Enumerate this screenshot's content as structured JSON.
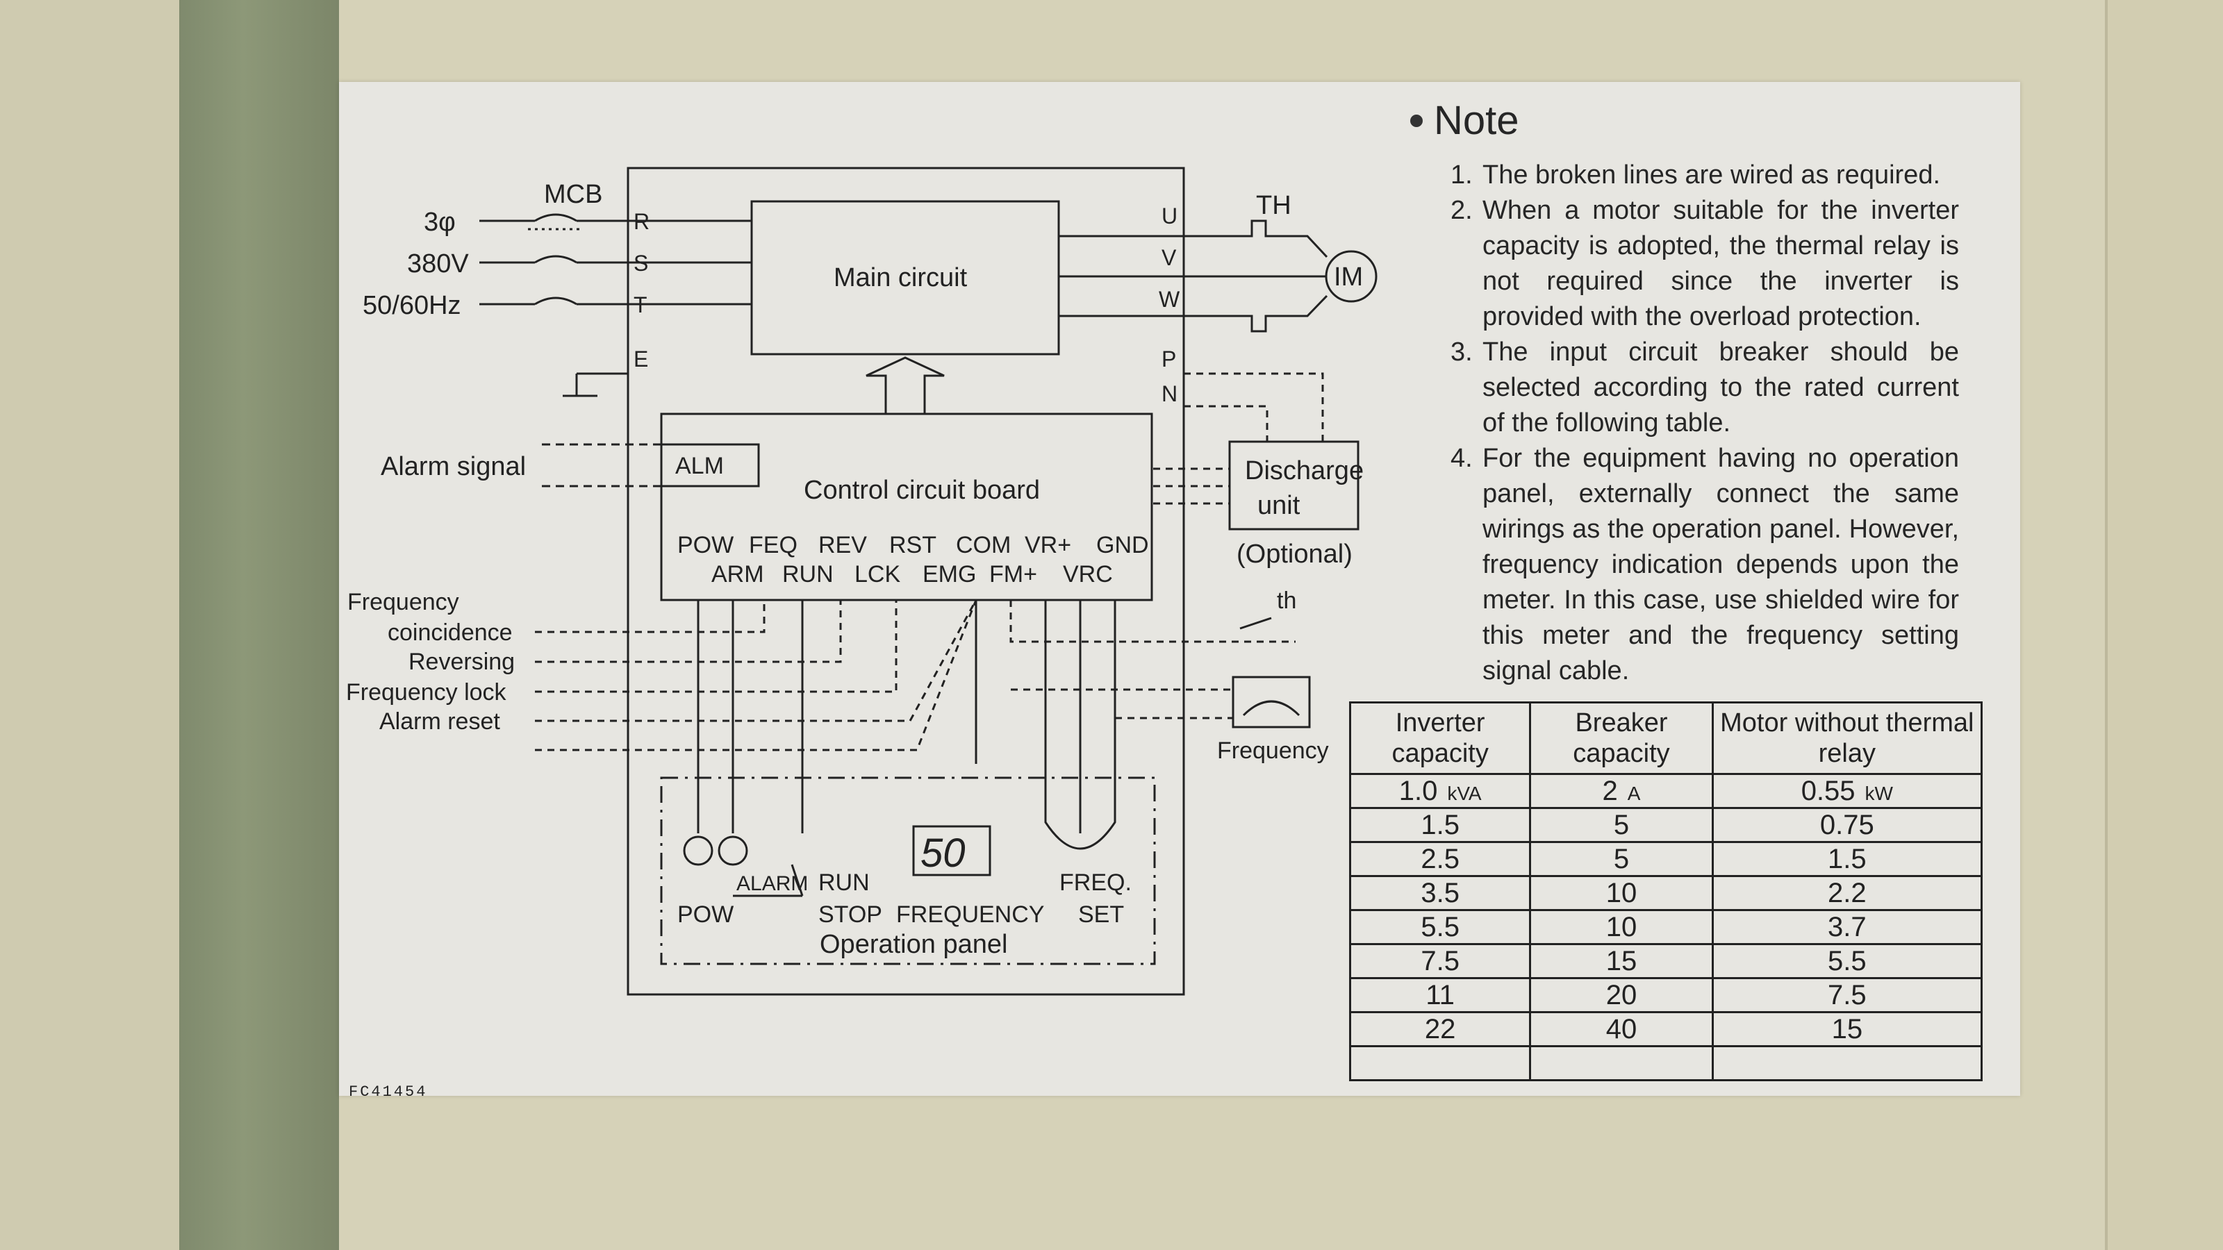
{
  "diagram": {
    "power": {
      "breaker": "MCB",
      "phase": "3φ",
      "voltage": "380V",
      "frequency": "50/60Hz"
    },
    "terminals_in": [
      "R",
      "S",
      "T",
      "E"
    ],
    "terminals_out": [
      "U",
      "V",
      "W",
      "P",
      "N"
    ],
    "main_circuit": "Main circuit",
    "thermal": "TH",
    "motor": "IM",
    "control_board": "Control circuit board",
    "alm": "ALM",
    "alarm_signal": "Alarm signal",
    "discharge_line1": "Discharge",
    "discharge_line2": "unit",
    "optional": "(Optional)",
    "terminals_top": [
      "POW",
      "FEQ",
      "REV",
      "RST",
      "COM",
      "VR+",
      "GND"
    ],
    "terminals_bottom": [
      "ARM",
      "RUN",
      "LCK",
      "EMG",
      "FM+",
      "VRC"
    ],
    "inputs": {
      "freq_coincidence_1": "Frequency",
      "freq_coincidence_2": "coincidence",
      "reversing": "Reversing",
      "freq_lock": "Frequency lock",
      "alarm_reset": "Alarm reset"
    },
    "th_small": "th",
    "freq_meter": "Frequency",
    "operation_panel": {
      "display": "50",
      "pow": "POW",
      "alarm": "ALARM",
      "run": "RUN",
      "stop": "STOP",
      "frequency": "FREQUENCY",
      "freq_set_1": "FREQ.",
      "freq_set_2": "SET",
      "title": "Operation panel"
    }
  },
  "note": {
    "title": "Note",
    "items": [
      {
        "num": "1.",
        "text": "The broken lines are wired as required."
      },
      {
        "num": "2.",
        "text": "When a motor suitable for the inverter capacity is adopted, the thermal relay is not required since the inverter is provided with the overload protection."
      },
      {
        "num": "3.",
        "text": "The input circuit breaker should be selected according to the rated current of the following table."
      },
      {
        "num": "4.",
        "text": "For the equipment having no operation panel, externally connect the same wirings as the operation panel. However, frequency indication depends upon the meter. In this case, use shielded wire for this meter and the frequency setting signal cable."
      }
    ]
  },
  "table": {
    "headers": [
      "Inverter capacity",
      "Breaker capacity",
      "Motor without thermal relay"
    ],
    "units": [
      "kVA",
      "A",
      "kW"
    ],
    "rows": [
      [
        "1.0",
        "2",
        "0.55"
      ],
      [
        "1.5",
        "5",
        "0.75"
      ],
      [
        "2.5",
        "5",
        "1.5"
      ],
      [
        "3.5",
        "10",
        "2.2"
      ],
      [
        "5.5",
        "10",
        "3.7"
      ],
      [
        "7.5",
        "15",
        "5.5"
      ],
      [
        "11",
        "20",
        "7.5"
      ],
      [
        "22",
        "40",
        "15"
      ],
      [
        "",
        "",
        ""
      ]
    ]
  },
  "doc_code": "FC41454"
}
